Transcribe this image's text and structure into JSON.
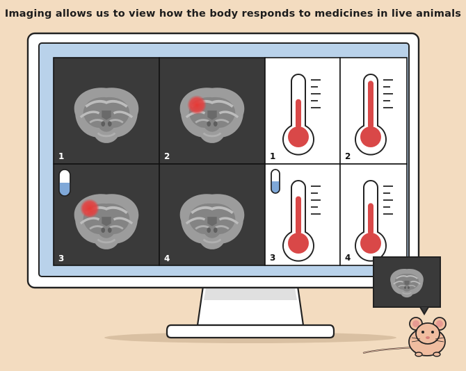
{
  "title": "Imaging allows us to view how the body responds to medicines in live animals",
  "scan_panels": [
    {
      "label": "1",
      "hotspot": false,
      "pill": false
    },
    {
      "label": "2",
      "hotspot": true,
      "pill": false
    },
    {
      "label": "3",
      "hotspot": true,
      "pill": true
    },
    {
      "label": "4",
      "hotspot": false,
      "pill": false
    }
  ],
  "thermo_panels": [
    {
      "label": "1",
      "level": 0.55,
      "pill": false
    },
    {
      "label": "2",
      "level": 0.95,
      "pill": false
    },
    {
      "label": "3",
      "level": 0.75,
      "pill": true
    },
    {
      "label": "4",
      "level": 0.6,
      "pill": false
    }
  ],
  "colors": {
    "background": "#f3dcc0",
    "monitor_frame": "#b9d2ea",
    "scan_bg": "#3a3a3a",
    "brain": "#9c9c9c",
    "hotspot": "#e0403e",
    "thermo_fill": "#d94848",
    "pill_blue": "#7fa8d8"
  },
  "icons": [
    "brain-scan-icon",
    "thermometer-icon",
    "capsule-pill-icon",
    "mouse-icon",
    "speech-bubble-icon"
  ]
}
